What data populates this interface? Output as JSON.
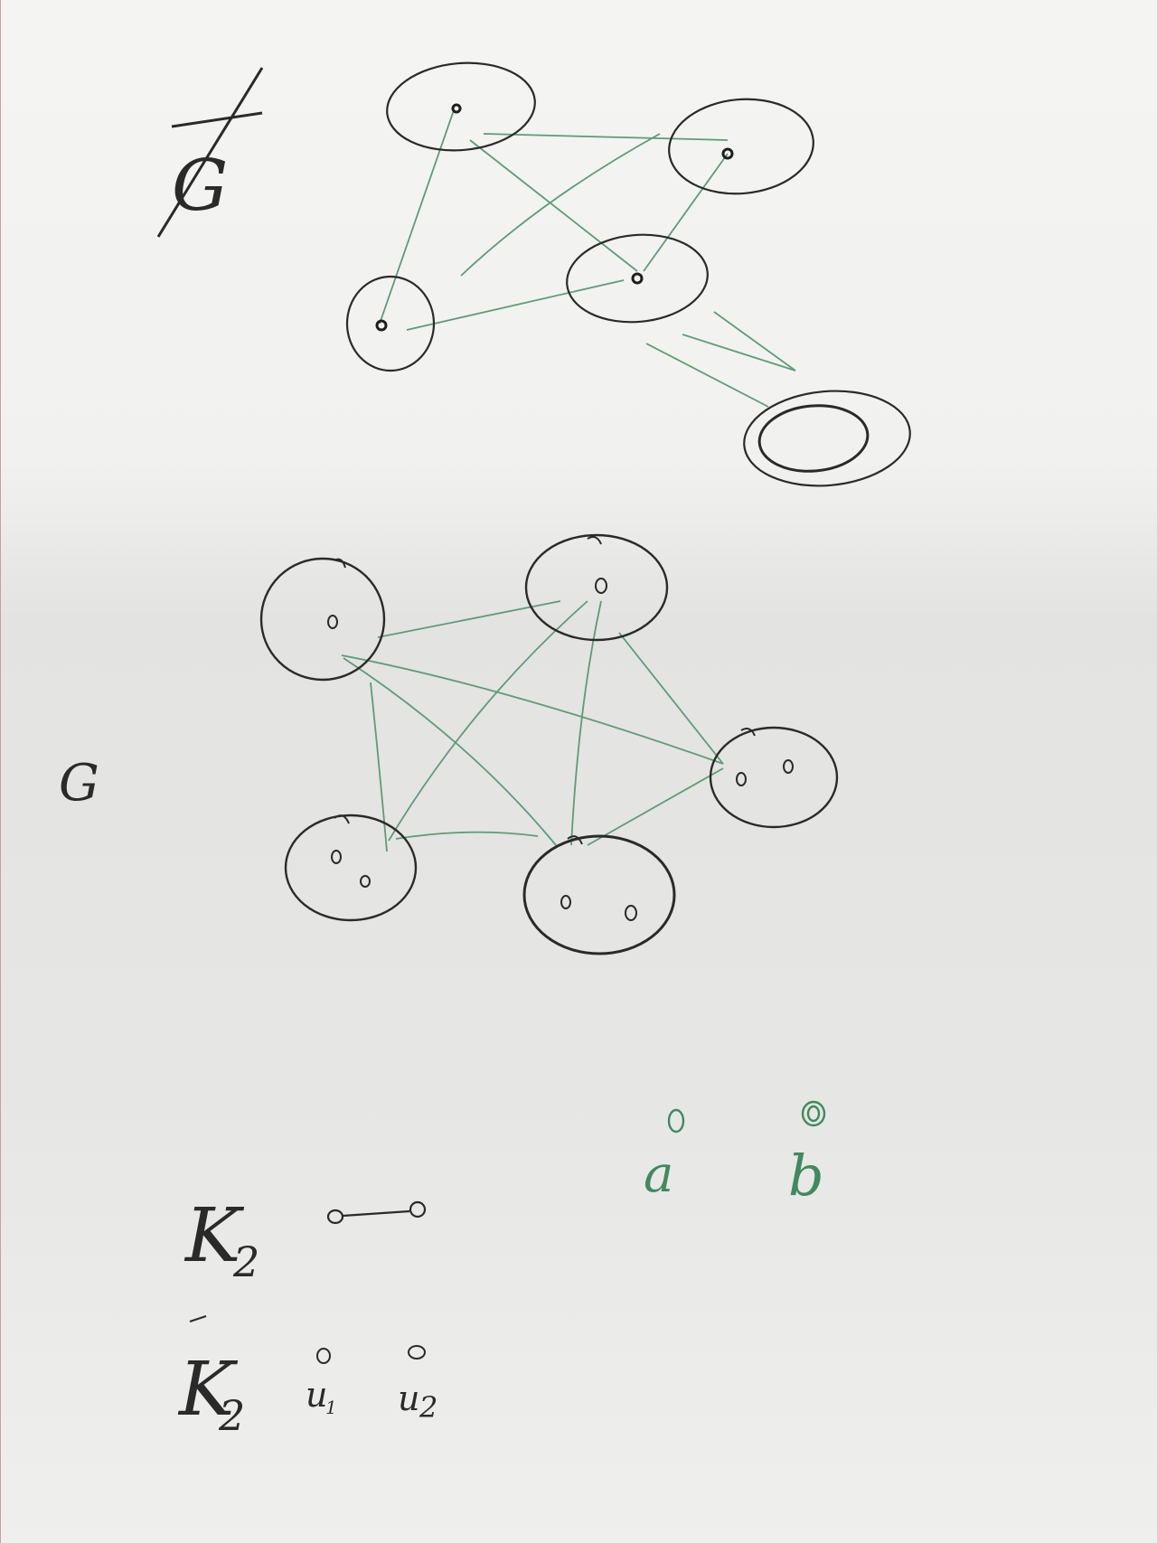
{
  "top_graph": {
    "label": "G",
    "label_crossed": true
  },
  "middle_graph": {
    "label": "G"
  },
  "bottom": {
    "k2_label": "K",
    "k2_subscript": "2",
    "k2bar_label": "K",
    "k2bar_subscript": "2",
    "u1_label": "u",
    "u1_subscript": "1",
    "u2_label": "u",
    "u2_subscript": "2",
    "a_label": "a",
    "b_label": "b"
  },
  "colors": {
    "pencil": "#2a2a2a",
    "green_ink": "#3f8a5e"
  }
}
